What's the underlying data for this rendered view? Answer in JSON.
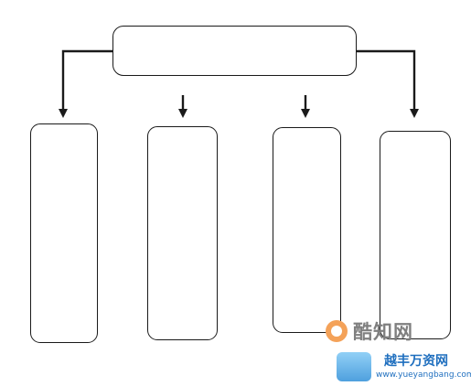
{
  "diagram": {
    "top_box_text": "",
    "column_texts": [
      "",
      "",
      "",
      ""
    ]
  },
  "watermarks": {
    "logo1_text": "酷知网",
    "logo2_title": "越丰万资网",
    "logo2_url": "www.yueyangbang.com"
  },
  "colors": {
    "stroke": "#1a1a1a",
    "background": "#ffffff",
    "watermark_orange": "#f4a259",
    "watermark_gray": "#7f7f7f",
    "watermark_blue": "#1f6fbf"
  }
}
